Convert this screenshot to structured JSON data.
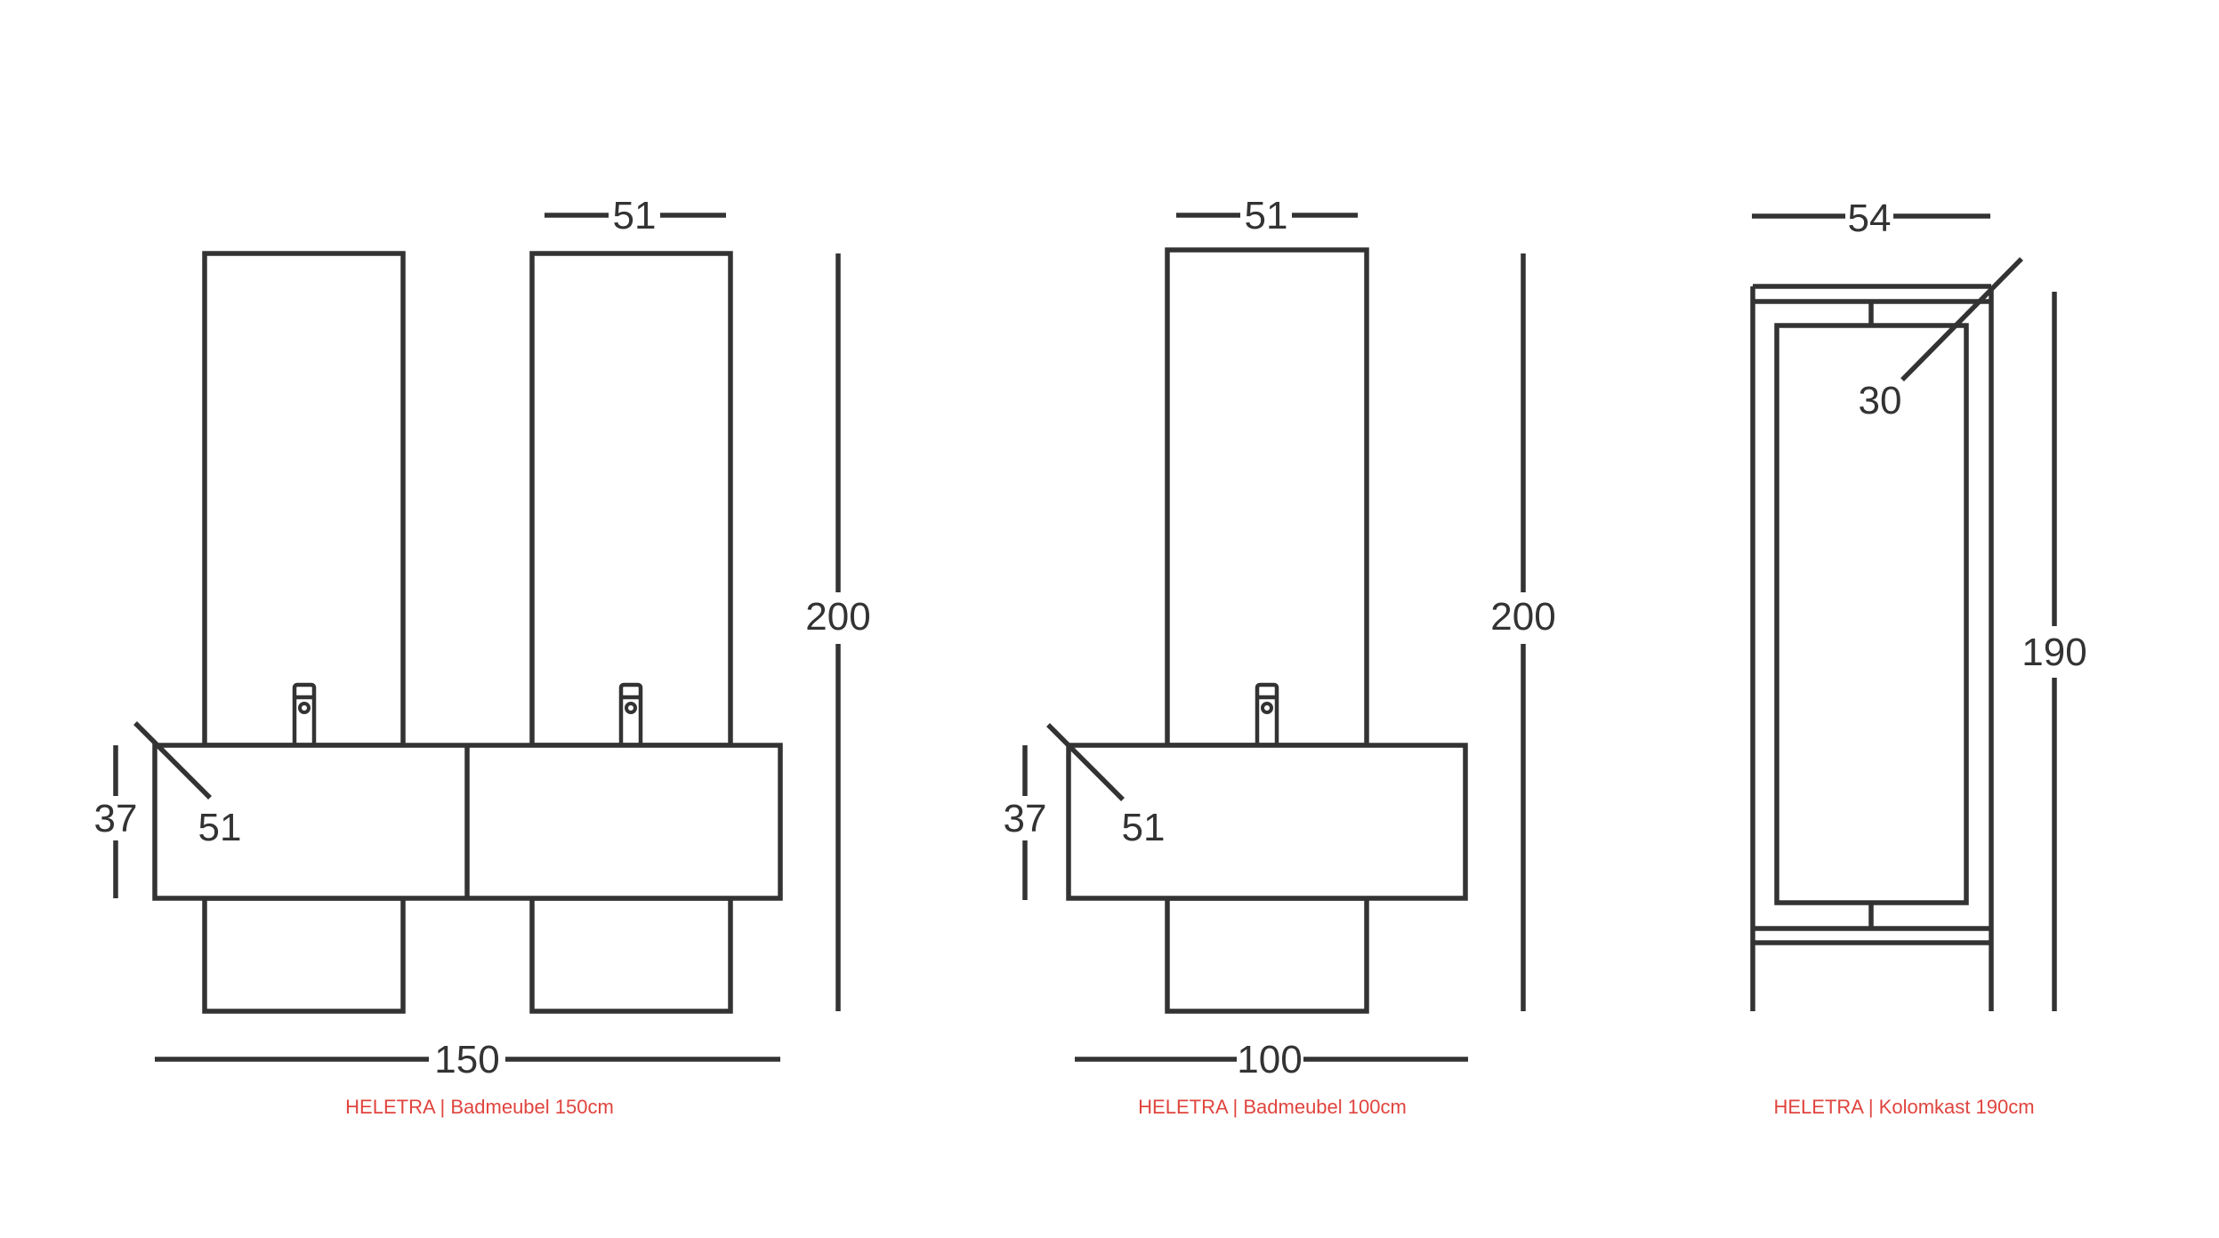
{
  "colors": {
    "line": "#333333",
    "caption": "#e0443e",
    "background": "#ffffff"
  },
  "figures": [
    {
      "id": "badmeubel-150",
      "caption": "HELETRA | Badmeubel 150cm",
      "dims": {
        "total_width": "150",
        "height": "200",
        "cabinet_height": "37",
        "depth": "51",
        "mirror_width": "51"
      }
    },
    {
      "id": "badmeubel-100",
      "caption": "HELETRA | Badmeubel 100cm",
      "dims": {
        "total_width": "100",
        "height": "200",
        "cabinet_height": "37",
        "depth": "51",
        "mirror_width": "51"
      }
    },
    {
      "id": "kolomkast-190",
      "caption": "HELETRA | Kolomkast 190cm",
      "dims": {
        "width": "54",
        "height": "190",
        "depth": "30"
      }
    }
  ]
}
